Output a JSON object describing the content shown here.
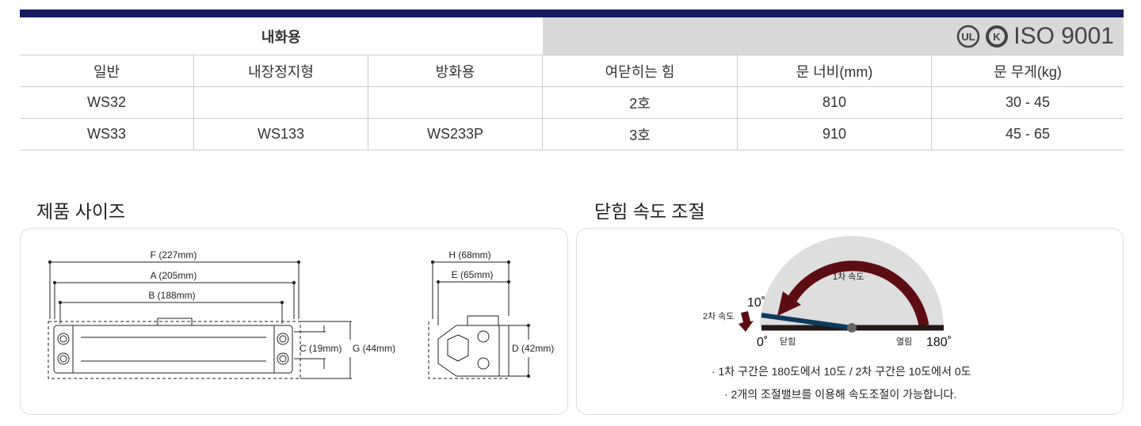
{
  "table": {
    "fire_header": "내화용",
    "certifications": [
      "UL",
      "KC",
      "ISO 9001"
    ],
    "columns": [
      "일반",
      "내장정지형",
      "방화용",
      "여닫히는 힘",
      "문 너비(mm)",
      "문 무게(kg)"
    ],
    "rows": [
      [
        "WS32",
        "",
        "",
        "2호",
        "810",
        "30 - 45"
      ],
      [
        "WS33",
        "WS133",
        "WS233P",
        "3호",
        "910",
        "45 - 65"
      ]
    ]
  },
  "size_section": {
    "title": "제품 사이즈",
    "dims": {
      "F": "F (227mm)",
      "A": "A (205mm)",
      "B": "B (188mm)",
      "C": "C (19mm)",
      "G": "G (44mm)",
      "H": "H (68mm)",
      "E": "E (65mm)",
      "D": "D (42mm)"
    }
  },
  "speed_section": {
    "title": "닫힘 속도 조절",
    "speed1": "1차 속도",
    "speed2": "2차 속도",
    "deg10": "10˚",
    "deg0": "0˚",
    "deg180": "180˚",
    "close": "닫힘",
    "open": "열림",
    "notes": [
      "· 1차 구간은 180도에서 10도 / 2차 구간은 10도에서 0도",
      "· 2개의 조절밸브를 이용해 속도조절이 가능합니다."
    ]
  },
  "colors": {
    "navy": "#121a5c",
    "arrow": "#5c0d13",
    "needle": "#0d3a5c"
  }
}
